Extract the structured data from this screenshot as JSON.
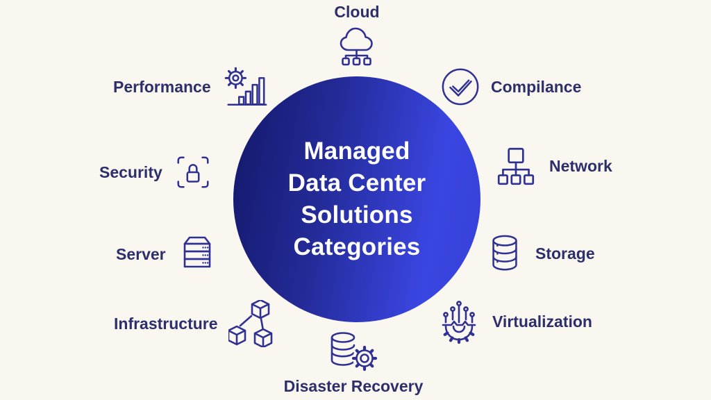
{
  "background_color": "#faf6f0",
  "colors": {
    "icon_stroke": "#2e3192",
    "label_color": "#2d2f6b",
    "circle_gradient_start": "#151a6e",
    "circle_gradient_end": "#3a46e2",
    "center_text_color": "#ffffff"
  },
  "center": {
    "lines": [
      "Managed",
      "Data Center",
      "Solutions",
      "Categories"
    ]
  },
  "categories": [
    {
      "id": "cloud",
      "label": "Cloud",
      "icon": "cloud-network-icon"
    },
    {
      "id": "performance",
      "label": "Performance",
      "icon": "gear-bar-chart-icon"
    },
    {
      "id": "compliance",
      "label": "Compilance",
      "icon": "circle-check-icon"
    },
    {
      "id": "security",
      "label": "Security",
      "icon": "lock-frame-icon"
    },
    {
      "id": "network",
      "label": "Network",
      "icon": "network-tree-icon"
    },
    {
      "id": "server",
      "label": "Server",
      "icon": "server-rack-icon"
    },
    {
      "id": "storage",
      "label": "Storage",
      "icon": "database-icon"
    },
    {
      "id": "infrastructure",
      "label": "Infrastructure",
      "icon": "cubes-icon"
    },
    {
      "id": "virtualization",
      "label": "Virtualization",
      "icon": "circuit-gear-icon"
    },
    {
      "id": "disaster_recovery",
      "label": "Disaster Recovery",
      "icon": "database-gear-icon"
    }
  ]
}
